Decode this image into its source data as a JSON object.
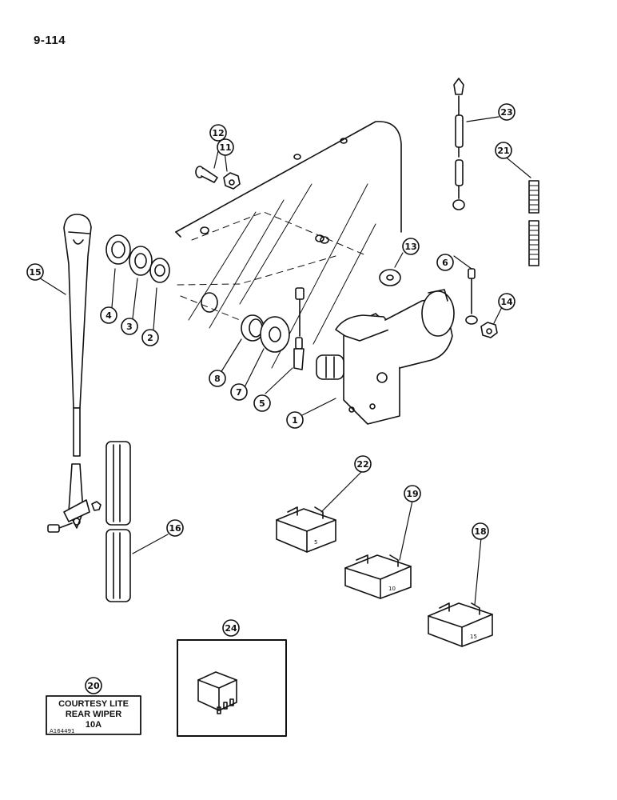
{
  "page": {
    "number": "9-114"
  },
  "callouts": [
    {
      "id": "callout-1",
      "label": "1"
    },
    {
      "id": "callout-2",
      "label": "2"
    },
    {
      "id": "callout-3",
      "label": "3"
    },
    {
      "id": "callout-4",
      "label": "4"
    },
    {
      "id": "callout-5",
      "label": "5"
    },
    {
      "id": "callout-6",
      "label": "6"
    },
    {
      "id": "callout-7",
      "label": "7"
    },
    {
      "id": "callout-8",
      "label": "8"
    },
    {
      "id": "callout-11",
      "label": "11"
    },
    {
      "id": "callout-12",
      "label": "12"
    },
    {
      "id": "callout-13",
      "label": "13"
    },
    {
      "id": "callout-14",
      "label": "14"
    },
    {
      "id": "callout-15",
      "label": "15"
    },
    {
      "id": "callout-16",
      "label": "16"
    },
    {
      "id": "callout-18",
      "label": "18"
    },
    {
      "id": "callout-19",
      "label": "19"
    },
    {
      "id": "callout-20",
      "label": "20"
    },
    {
      "id": "callout-21",
      "label": "21"
    },
    {
      "id": "callout-22",
      "label": "22"
    },
    {
      "id": "callout-23",
      "label": "23"
    },
    {
      "id": "callout-24",
      "label": "24"
    }
  ],
  "fuses": {
    "fuse_22": "5",
    "fuse_19": "10",
    "fuse_18": "15"
  },
  "decal": {
    "line1": "COURTESY LITE",
    "line2": "REAR WIPER",
    "line3": "10A",
    "ref": "A164491"
  }
}
